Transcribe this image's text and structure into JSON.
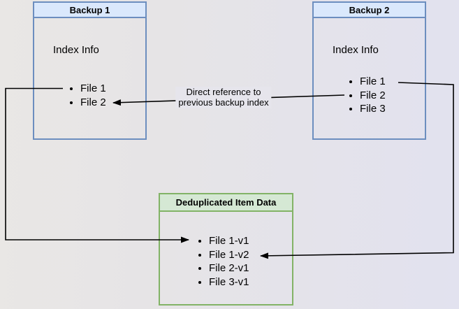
{
  "diagram": {
    "backup1": {
      "title": "Backup 1",
      "section": "Index Info",
      "items": [
        "File 1",
        "File 2"
      ]
    },
    "backup2": {
      "title": "Backup 2",
      "section": "Index Info",
      "items": [
        "File 1",
        "File 2",
        "File 3"
      ]
    },
    "dedup": {
      "title": "Deduplicated Item Data",
      "items": [
        "File 1-v1",
        "File 1-v2",
        "File 2-v1",
        "File 3-v1"
      ]
    },
    "edge_label": {
      "line1": "Direct reference to",
      "line2": "previous backup index"
    }
  },
  "colors": {
    "backup_header_fill": "#dae8fc",
    "backup_border": "#6c8ebf",
    "dedup_header_fill": "#d5e8d4",
    "dedup_border": "#82b366",
    "arrow": "#000000",
    "text": "#000000"
  }
}
